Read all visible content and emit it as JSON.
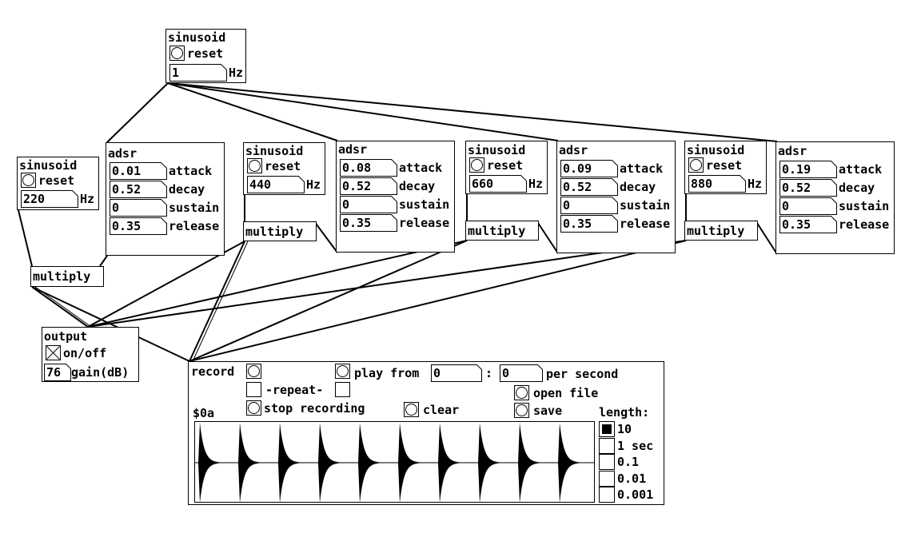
{
  "top_sinusoid": {
    "title": "sinusoid",
    "reset": "reset",
    "value": "1",
    "unit": "Hz"
  },
  "voices": [
    {
      "sinusoid": {
        "title": "sinusoid",
        "reset": "reset",
        "value": "220",
        "unit": "Hz"
      },
      "adsr": {
        "title": "adsr",
        "rows": [
          {
            "value": "0.01",
            "label": "attack"
          },
          {
            "value": "0.52",
            "label": "decay"
          },
          {
            "value": "0",
            "label": "sustain"
          },
          {
            "value": "0.35",
            "label": "release"
          }
        ]
      },
      "multiply": "multiply"
    },
    {
      "sinusoid": {
        "title": "sinusoid",
        "reset": "reset",
        "value": "440",
        "unit": "Hz"
      },
      "adsr": {
        "title": "adsr",
        "rows": [
          {
            "value": "0.08",
            "label": "attack"
          },
          {
            "value": "0.52",
            "label": "decay"
          },
          {
            "value": "0",
            "label": "sustain"
          },
          {
            "value": "0.35",
            "label": "release"
          }
        ]
      },
      "multiply": "multiply"
    },
    {
      "sinusoid": {
        "title": "sinusoid",
        "reset": "reset",
        "value": "660",
        "unit": "Hz"
      },
      "adsr": {
        "title": "adsr",
        "rows": [
          {
            "value": "0.09",
            "label": "attack"
          },
          {
            "value": "0.52",
            "label": "decay"
          },
          {
            "value": "0",
            "label": "sustain"
          },
          {
            "value": "0.35",
            "label": "release"
          }
        ]
      },
      "multiply": "multiply"
    },
    {
      "sinusoid": {
        "title": "sinusoid",
        "reset": "reset",
        "value": "880",
        "unit": "Hz"
      },
      "adsr": {
        "title": "adsr",
        "rows": [
          {
            "value": "0.19",
            "label": "attack"
          },
          {
            "value": "0.52",
            "label": "decay"
          },
          {
            "value": "0",
            "label": "sustain"
          },
          {
            "value": "0.35",
            "label": "release"
          }
        ]
      },
      "multiply": "multiply"
    }
  ],
  "output": {
    "title": "output",
    "toggle_label": "on/off",
    "toggle_on": true,
    "gain_value": "76",
    "gain_label": "gain(dB)"
  },
  "record": {
    "title": "record",
    "repeat_label": "-repeat-",
    "stop_label": "stop recording",
    "play_from_label": "play from",
    "play_from_value": "0",
    "colon": ":",
    "per_second_value": "0",
    "per_second_label": "per second",
    "clear_label": "clear",
    "open_file_label": "open file",
    "save_label": "save",
    "array_name": "$0a",
    "length_label": "length:",
    "length_options": [
      "10",
      "1 sec",
      "0.1",
      "0.01",
      "0.001"
    ],
    "length_selected": 0
  },
  "colors": {
    "ink": "#000000",
    "background": "#ffffff"
  }
}
